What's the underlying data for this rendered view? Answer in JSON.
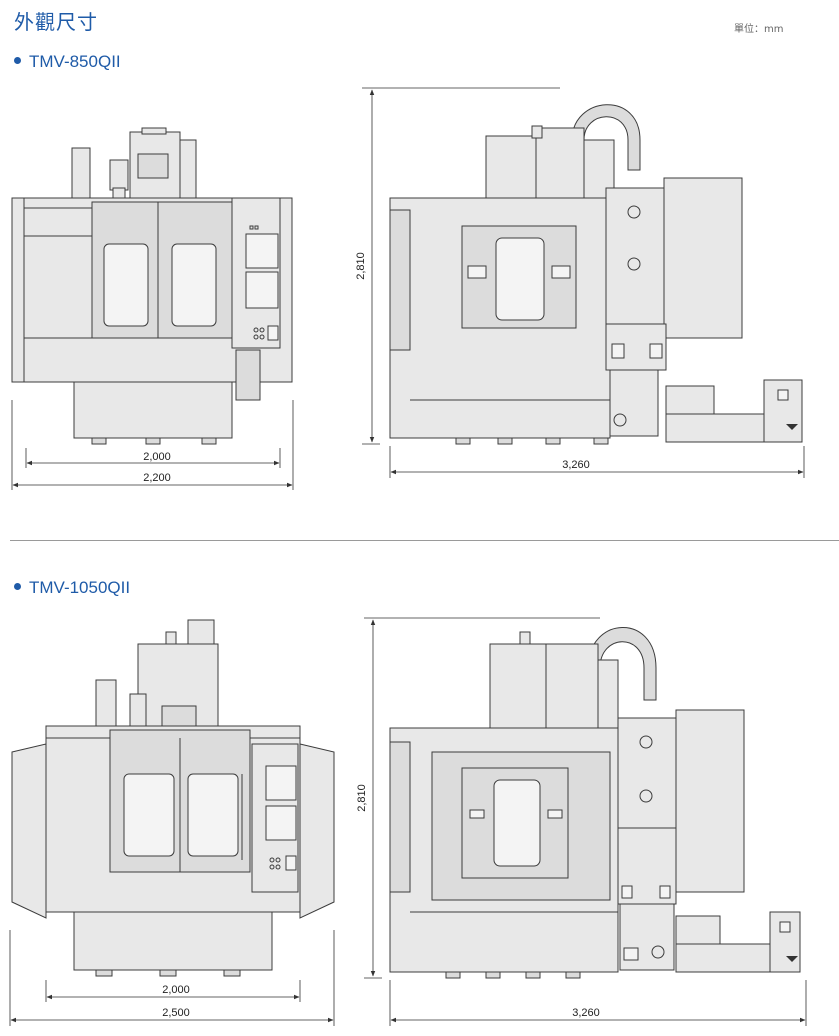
{
  "page": {
    "title": "外觀尺寸",
    "unit_note": "單位：mm"
  },
  "sections": [
    {
      "model": "TMV-850QII",
      "front_view": {
        "inner_width": "2,000",
        "outer_width": "2,200"
      },
      "side_view": {
        "height": "2,810",
        "depth": "3,260"
      }
    },
    {
      "model": "TMV-1050QII",
      "front_view": {
        "inner_width": "2,000",
        "outer_width": "2,500"
      },
      "side_view": {
        "height": "2,810",
        "depth": "3,260"
      }
    }
  ]
}
